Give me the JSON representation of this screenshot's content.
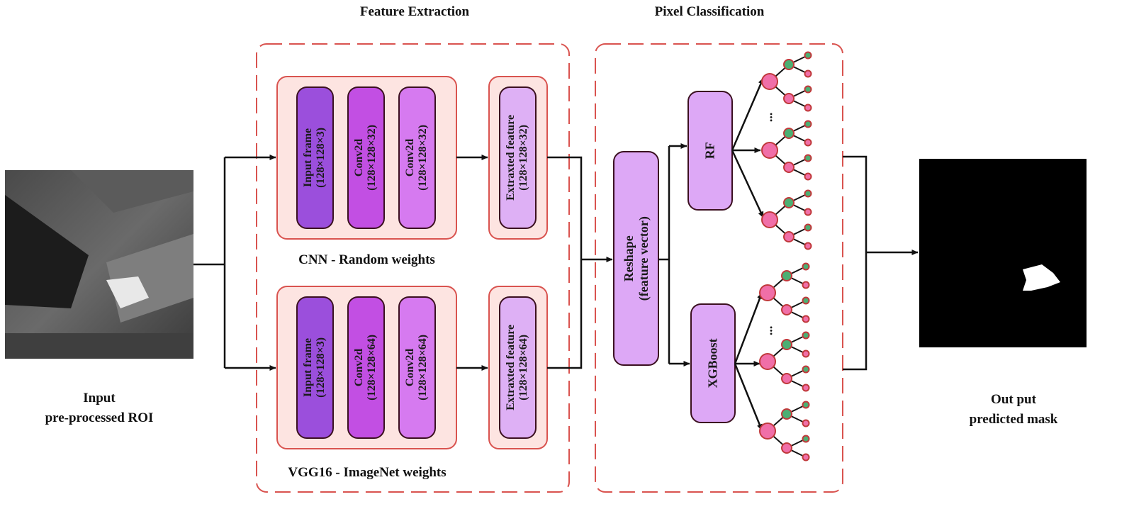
{
  "sections": {
    "feature_extraction_title": "Feature Extraction",
    "pixel_classification_title": "Pixel Classification"
  },
  "input": {
    "line1": "Input",
    "line2": "pre-processed ROI"
  },
  "output": {
    "line1": "Out put",
    "line2": "predicted mask"
  },
  "cnn_branch": {
    "caption": "CNN - Random weights",
    "blocks": [
      {
        "name": "Input frame",
        "shape": "(128×128×3)"
      },
      {
        "name": "Conv2d",
        "shape": "(128×128×32)"
      },
      {
        "name": "Conv2d",
        "shape": "(128×128×32)"
      }
    ],
    "feature": {
      "name": "Extraxted feature",
      "shape": "(128×128×32)"
    }
  },
  "vgg_branch": {
    "caption": "VGG16 - ImageNet weights",
    "blocks": [
      {
        "name": "Input frame",
        "shape": "(128×128×3)"
      },
      {
        "name": "Conv2d",
        "shape": "(128×128×64)"
      },
      {
        "name": "Conv2d",
        "shape": "(128×128×64)"
      }
    ],
    "feature": {
      "name": "Extraxted feature",
      "shape": "(128×128×64)"
    }
  },
  "reshape": {
    "line1": "Reshape",
    "line2": "(feature vector)"
  },
  "classifiers": {
    "rf": "RF",
    "xgboost": "XGBoost",
    "ellipsis": "..."
  },
  "colors": {
    "dashed_border": "#d9534f",
    "panel_fill": "#fde4e1",
    "panel_border": "#d9534f",
    "input_frame": "#9b4fdc",
    "conv_first": "#c24fe3",
    "conv_second": "#d67af0",
    "feature_box": "#deb0f5",
    "classifier_box": "#dda8f6",
    "tree_node_pink": "#f06fa8",
    "tree_node_green": "#4caf73",
    "tree_node_border": "#c0393b"
  }
}
